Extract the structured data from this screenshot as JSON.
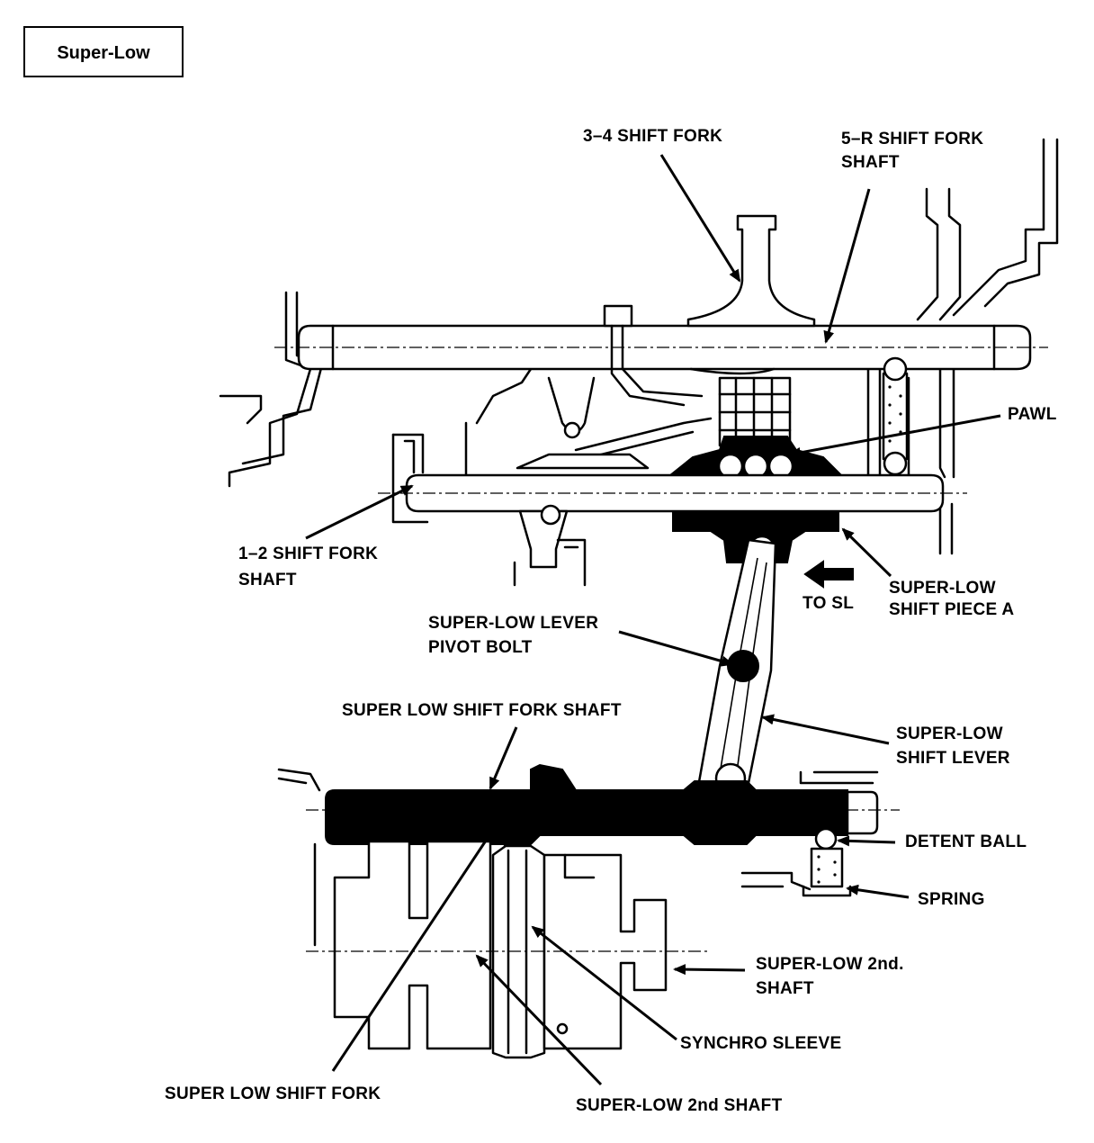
{
  "title": "Super-Low",
  "labels": {
    "shift_fork_34": "3–4 SHIFT FORK",
    "shift_fork_5r_line1": "5–R SHIFT FORK",
    "shift_fork_5r_line2": "SHAFT",
    "pawl": "PAWL",
    "shift_fork_12_line1": "1–2 SHIFT FORK",
    "shift_fork_12_line2": "SHAFT",
    "to_sl": "TO SL",
    "sl_shift_piece_line1": "SUPER-LOW",
    "sl_shift_piece_line2": "SHIFT PIECE A",
    "sl_pivot_bolt_line1": "SUPER-LOW LEVER",
    "sl_pivot_bolt_line2": "PIVOT BOLT",
    "sl_fork_shaft": "SUPER LOW SHIFT FORK SHAFT",
    "sl_shift_lever_line1": "SUPER-LOW",
    "sl_shift_lever_line2": "SHIFT LEVER",
    "detent_ball": "DETENT BALL",
    "spring": "SPRING",
    "sl_2nd_shaft_right_line1": "SUPER-LOW 2nd.",
    "sl_2nd_shaft_right_line2": "SHAFT",
    "synchro_sleeve": "SYNCHRO SLEEVE",
    "sl_shift_fork": "SUPER LOW SHIFT FORK",
    "sl_2nd_shaft_bottom": "SUPER-LOW 2nd SHAFT"
  }
}
